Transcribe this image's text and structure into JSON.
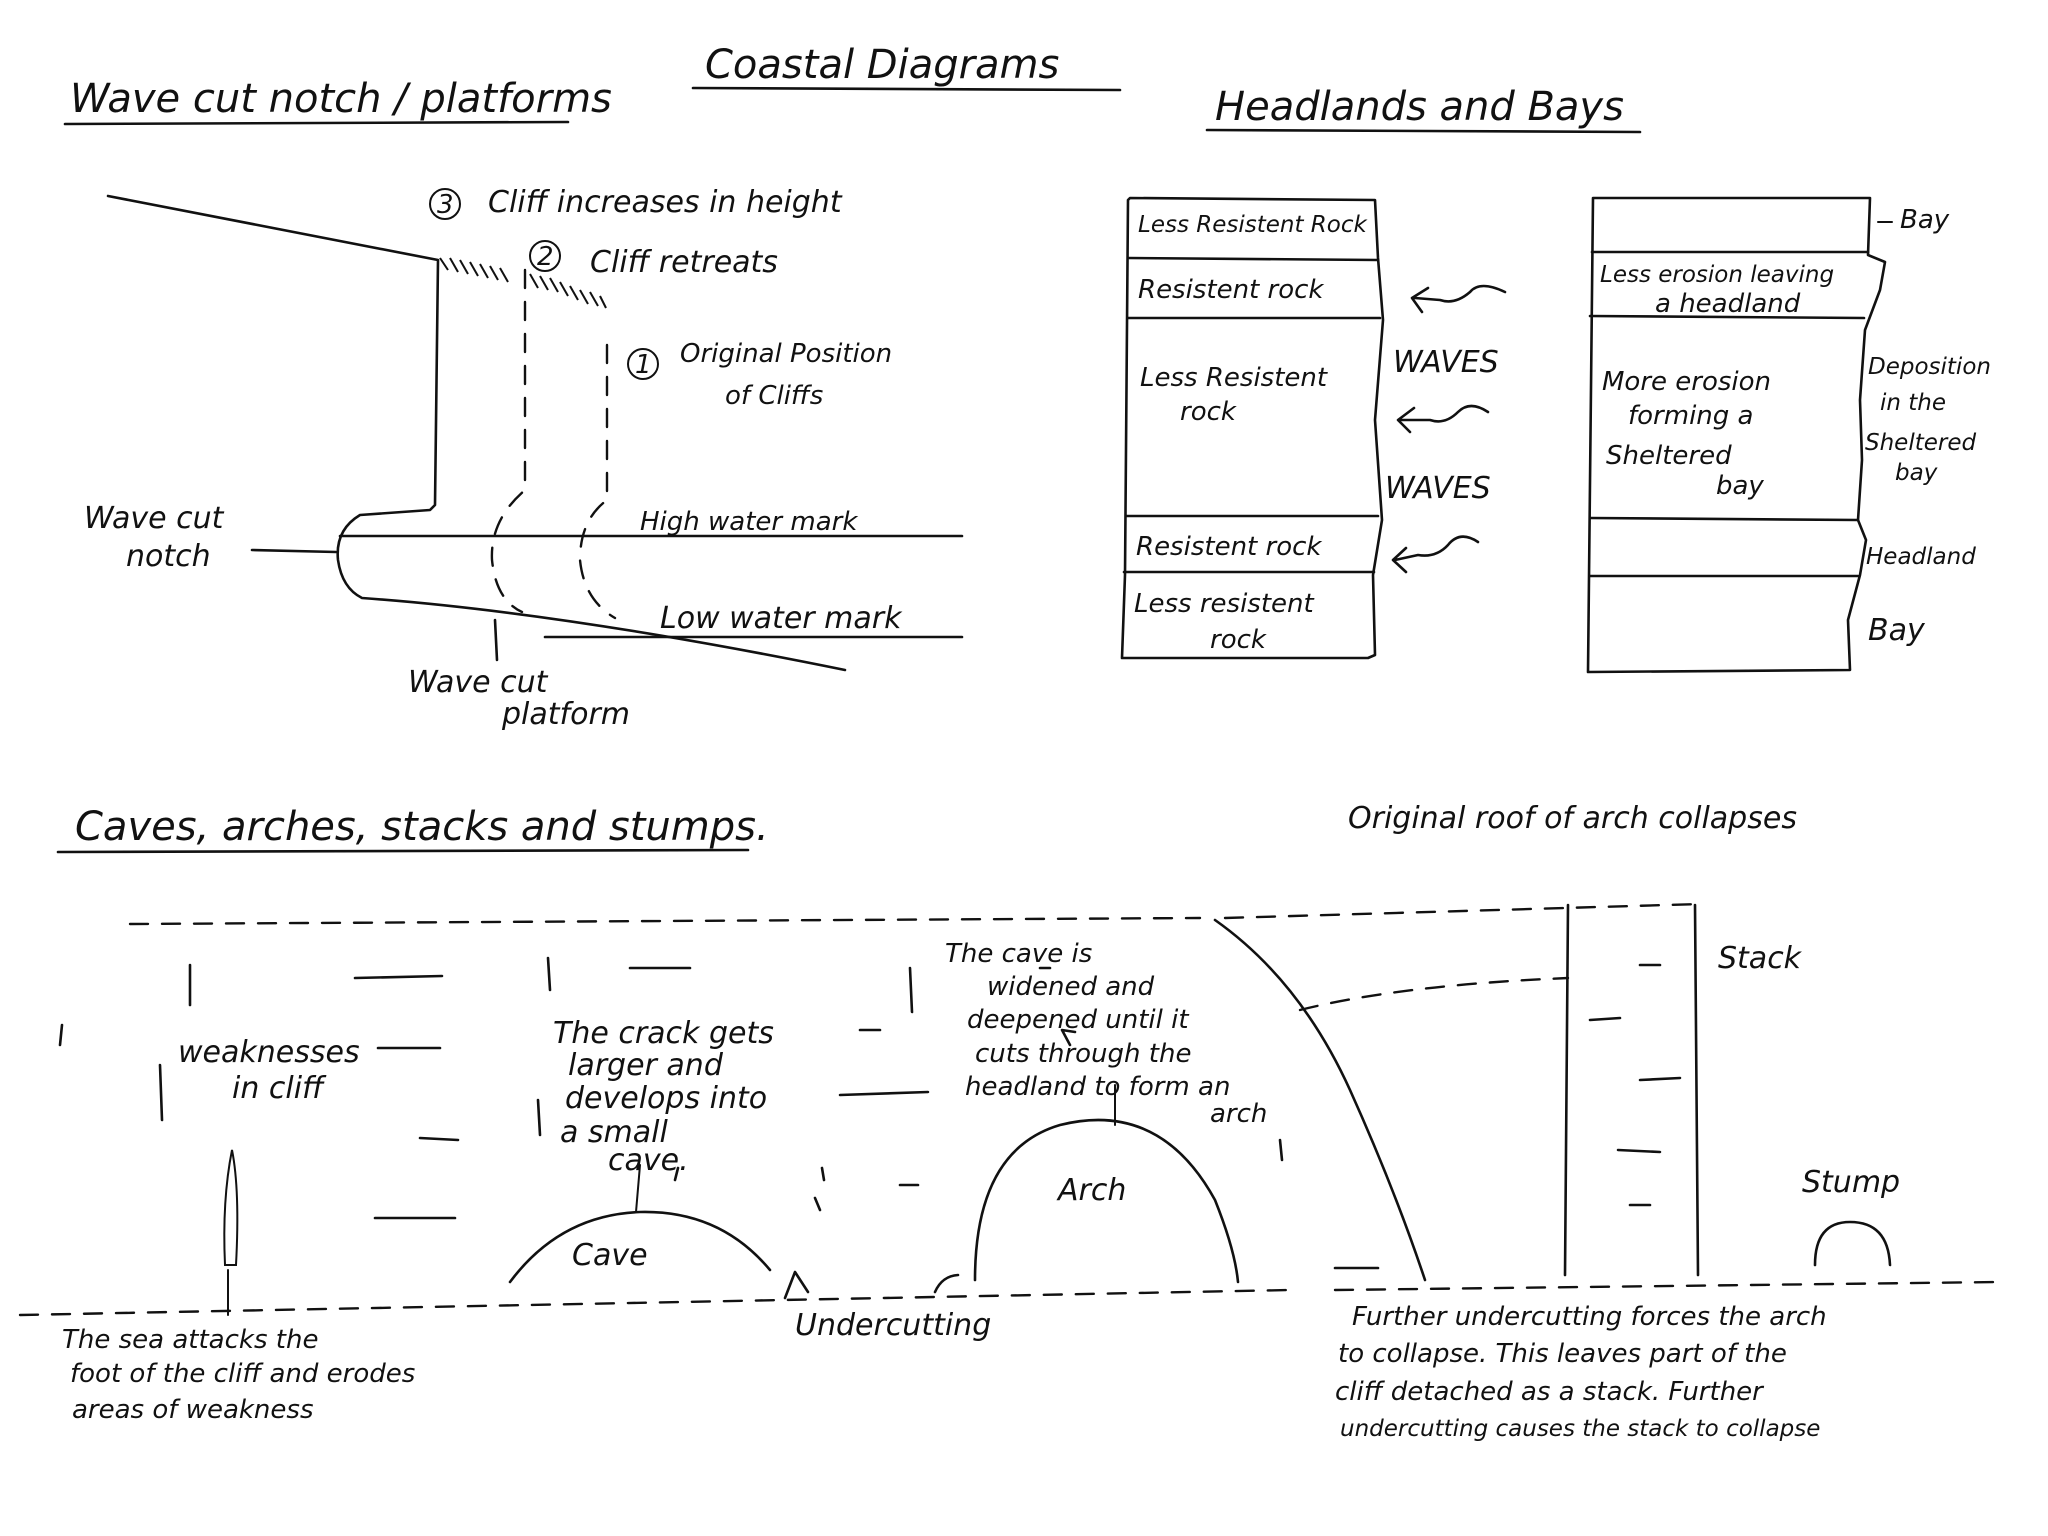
{
  "title": "Coastal Diagrams",
  "wave_cut": {
    "heading": "Wave cut notch / platforms",
    "step3": "Cliff increases in height",
    "step2": "Cliff retreats",
    "step1_line1": "Original Position",
    "step1_line2": "of Cliffs",
    "num3": "3",
    "num2": "2",
    "num1": "1",
    "notch_line1": "Wave cut",
    "notch_line2": "notch",
    "high_water": "High water mark",
    "low_water": "Low water mark",
    "platform_line1": "Wave cut",
    "platform_line2": "platform"
  },
  "headlands": {
    "heading": "Headlands and Bays",
    "left_layers": [
      "Less Resistent Rock",
      "Resistent rock",
      "Less Resistent",
      "rock",
      "Resistent rock",
      "Less resistent",
      "rock"
    ],
    "waves": [
      "WAVES",
      "WAVES"
    ],
    "right_bay_top": "Bay",
    "less_erosion_line1": "Less erosion leaving",
    "less_erosion_line2": "a headland",
    "more_erosion": [
      "More erosion",
      "forming a",
      "Sheltered",
      "bay"
    ],
    "deposition": [
      "Deposition",
      "in the",
      "Sheltered",
      "bay"
    ],
    "headland": "Headland",
    "bay_bottom": "Bay"
  },
  "caves": {
    "heading": "Caves, arches, stacks and stumps.",
    "weakness_line1": "weaknesses",
    "weakness_line2": "in cliff",
    "crack": [
      "The crack gets",
      "larger and",
      "develops into",
      "a small",
      "cave."
    ],
    "cave": "Cave",
    "undercutting": "Undercutting",
    "widened": [
      "The cave is",
      "widened and",
      "deepened until it",
      "cuts through the",
      "headland to form an",
      "arch"
    ],
    "arch": "Arch",
    "roof": "Original roof of arch collapses",
    "stack": "Stack",
    "stump": "Stump",
    "sea_attacks": [
      "The sea attacks the",
      "foot of the cliff and erodes",
      "areas of weakness"
    ],
    "further": [
      "Further undercutting forces the arch",
      "to collapse. This leaves part of the",
      "cliff detached as a stack. Further",
      "undercutting causes the stack to collapse"
    ]
  }
}
